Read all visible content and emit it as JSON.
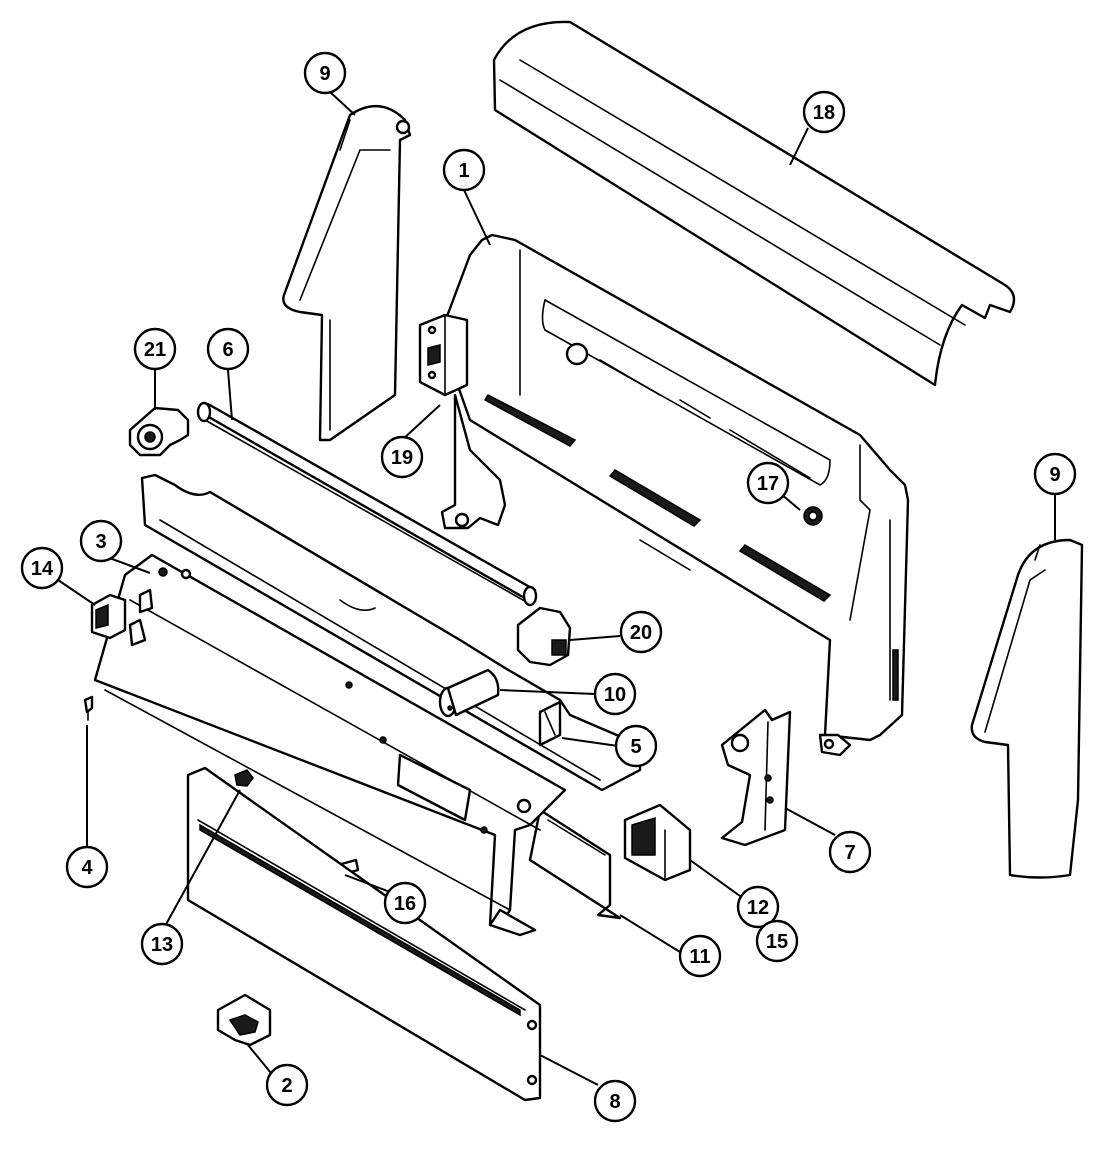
{
  "colors": {
    "line": "#000000",
    "background": "#ffffff"
  },
  "callouts": [
    {
      "id": "c1",
      "label": "1"
    },
    {
      "id": "c2",
      "label": "2"
    },
    {
      "id": "c3",
      "label": "3"
    },
    {
      "id": "c4",
      "label": "4"
    },
    {
      "id": "c5",
      "label": "5"
    },
    {
      "id": "c6",
      "label": "6"
    },
    {
      "id": "c7",
      "label": "7"
    },
    {
      "id": "c8",
      "label": "8"
    },
    {
      "id": "c9a",
      "label": "9"
    },
    {
      "id": "c9b",
      "label": "9"
    },
    {
      "id": "c10",
      "label": "10"
    },
    {
      "id": "c11",
      "label": "11"
    },
    {
      "id": "c12",
      "label": "12"
    },
    {
      "id": "c13",
      "label": "13"
    },
    {
      "id": "c14",
      "label": "14"
    },
    {
      "id": "c15",
      "label": "15"
    },
    {
      "id": "c16",
      "label": "16"
    },
    {
      "id": "c17",
      "label": "17"
    },
    {
      "id": "c18",
      "label": "18"
    },
    {
      "id": "c19",
      "label": "19"
    },
    {
      "id": "c20",
      "label": "20"
    },
    {
      "id": "c21",
      "label": "21"
    }
  ]
}
